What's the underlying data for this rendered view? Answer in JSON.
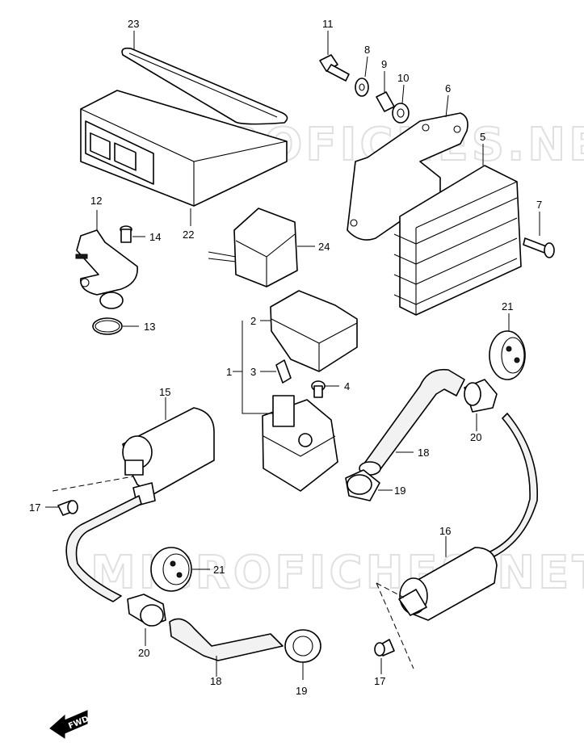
{
  "watermark": "MICROFICHES.NET",
  "callouts": {
    "c1": "1",
    "c2": "2",
    "c3": "3",
    "c4": "4",
    "c5": "5",
    "c6": "6",
    "c7": "7",
    "c8": "8",
    "c9": "9",
    "c10": "10",
    "c11": "11",
    "c12": "12",
    "c13": "13",
    "c14": "14",
    "c15": "15",
    "c16": "16",
    "c17a": "17",
    "c17b": "17",
    "c18a": "18",
    "c18b": "18",
    "c19a": "19",
    "c19b": "19",
    "c20a": "20",
    "c20b": "20",
    "c21a": "21",
    "c21b": "21",
    "c22": "22",
    "c23": "23",
    "c24": "24"
  },
  "direction_marker": "FWD",
  "icons": {
    "direction_marker": "fwd-arrow-icon"
  }
}
